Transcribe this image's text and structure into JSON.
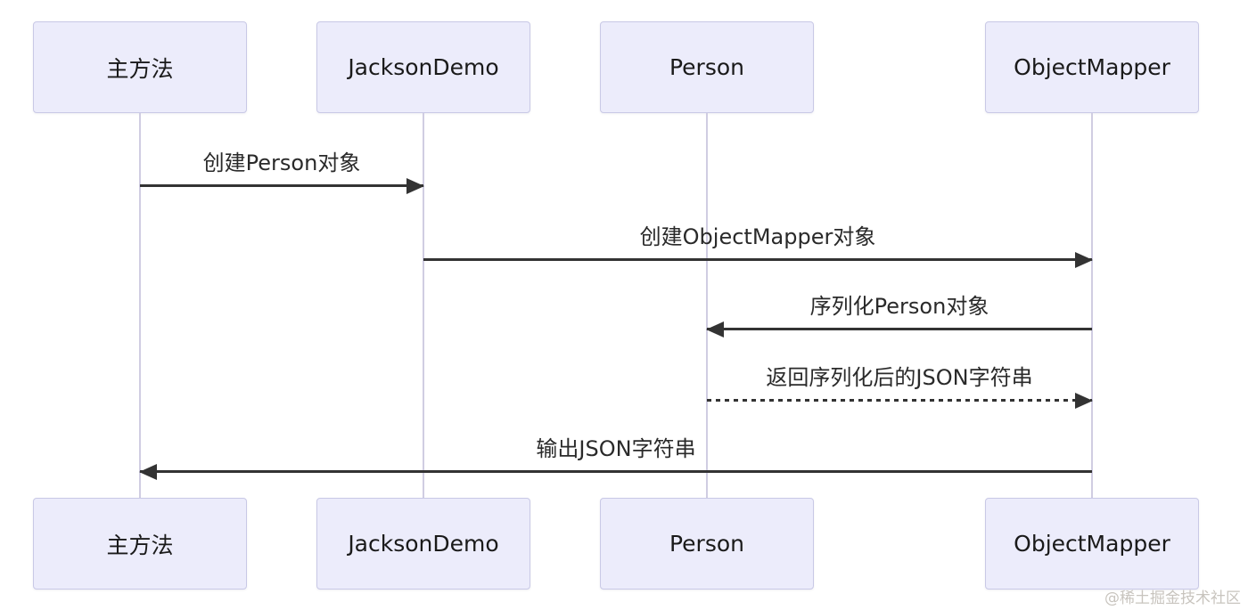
{
  "diagram": {
    "type": "sequence-diagram",
    "participants": [
      {
        "id": "main-method",
        "label": "主方法"
      },
      {
        "id": "jacksondemo",
        "label": "JacksonDemo"
      },
      {
        "id": "person",
        "label": "Person"
      },
      {
        "id": "objectmapper",
        "label": "ObjectMapper"
      }
    ],
    "messages": [
      {
        "from": "主方法",
        "to": "JacksonDemo",
        "label": "创建Person对象",
        "line": "solid",
        "direction": "right"
      },
      {
        "from": "JacksonDemo",
        "to": "ObjectMapper",
        "label": "创建ObjectMapper对象",
        "line": "solid",
        "direction": "right"
      },
      {
        "from": "ObjectMapper",
        "to": "Person",
        "label": "序列化Person对象",
        "line": "solid",
        "direction": "left"
      },
      {
        "from": "Person",
        "to": "ObjectMapper",
        "label": "返回序列化后的JSON字符串",
        "line": "dashed",
        "direction": "right"
      },
      {
        "from": "ObjectMapper",
        "to": "主方法",
        "label": "输出JSON字符串",
        "line": "solid",
        "direction": "left"
      }
    ],
    "colors": {
      "background": "#ffffff",
      "actor_fill": "#ececfb",
      "actor_border": "#c9c9e6",
      "actor_text": "#1a1a1a",
      "lifeline": "#d0cde2",
      "arrow": "#333333",
      "message_text": "#2a2a2a",
      "watermark": "#c8c4be"
    }
  },
  "watermark": {
    "text": "@稀土掘金技术社区"
  }
}
